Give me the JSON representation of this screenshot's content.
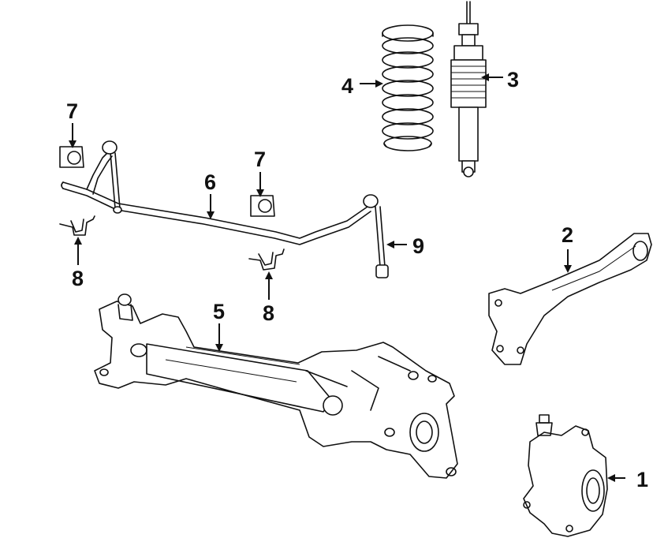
{
  "callouts": [
    {
      "id": "knuckle",
      "label": "1"
    },
    {
      "id": "radius-arm",
      "label": "2"
    },
    {
      "id": "shock-absorber",
      "label": "3"
    },
    {
      "id": "coil-spring",
      "label": "4"
    },
    {
      "id": "axle-housing",
      "label": "5"
    },
    {
      "id": "stabilizer-bar",
      "label": "6"
    },
    {
      "id": "bushing-left",
      "label": "7"
    },
    {
      "id": "bushing-right",
      "label": "7"
    },
    {
      "id": "bracket-left",
      "label": "8"
    },
    {
      "id": "bracket-right",
      "label": "8"
    },
    {
      "id": "stabilizer-link",
      "label": "9"
    }
  ],
  "colors": {
    "line": "#111111",
    "background": "#ffffff"
  }
}
